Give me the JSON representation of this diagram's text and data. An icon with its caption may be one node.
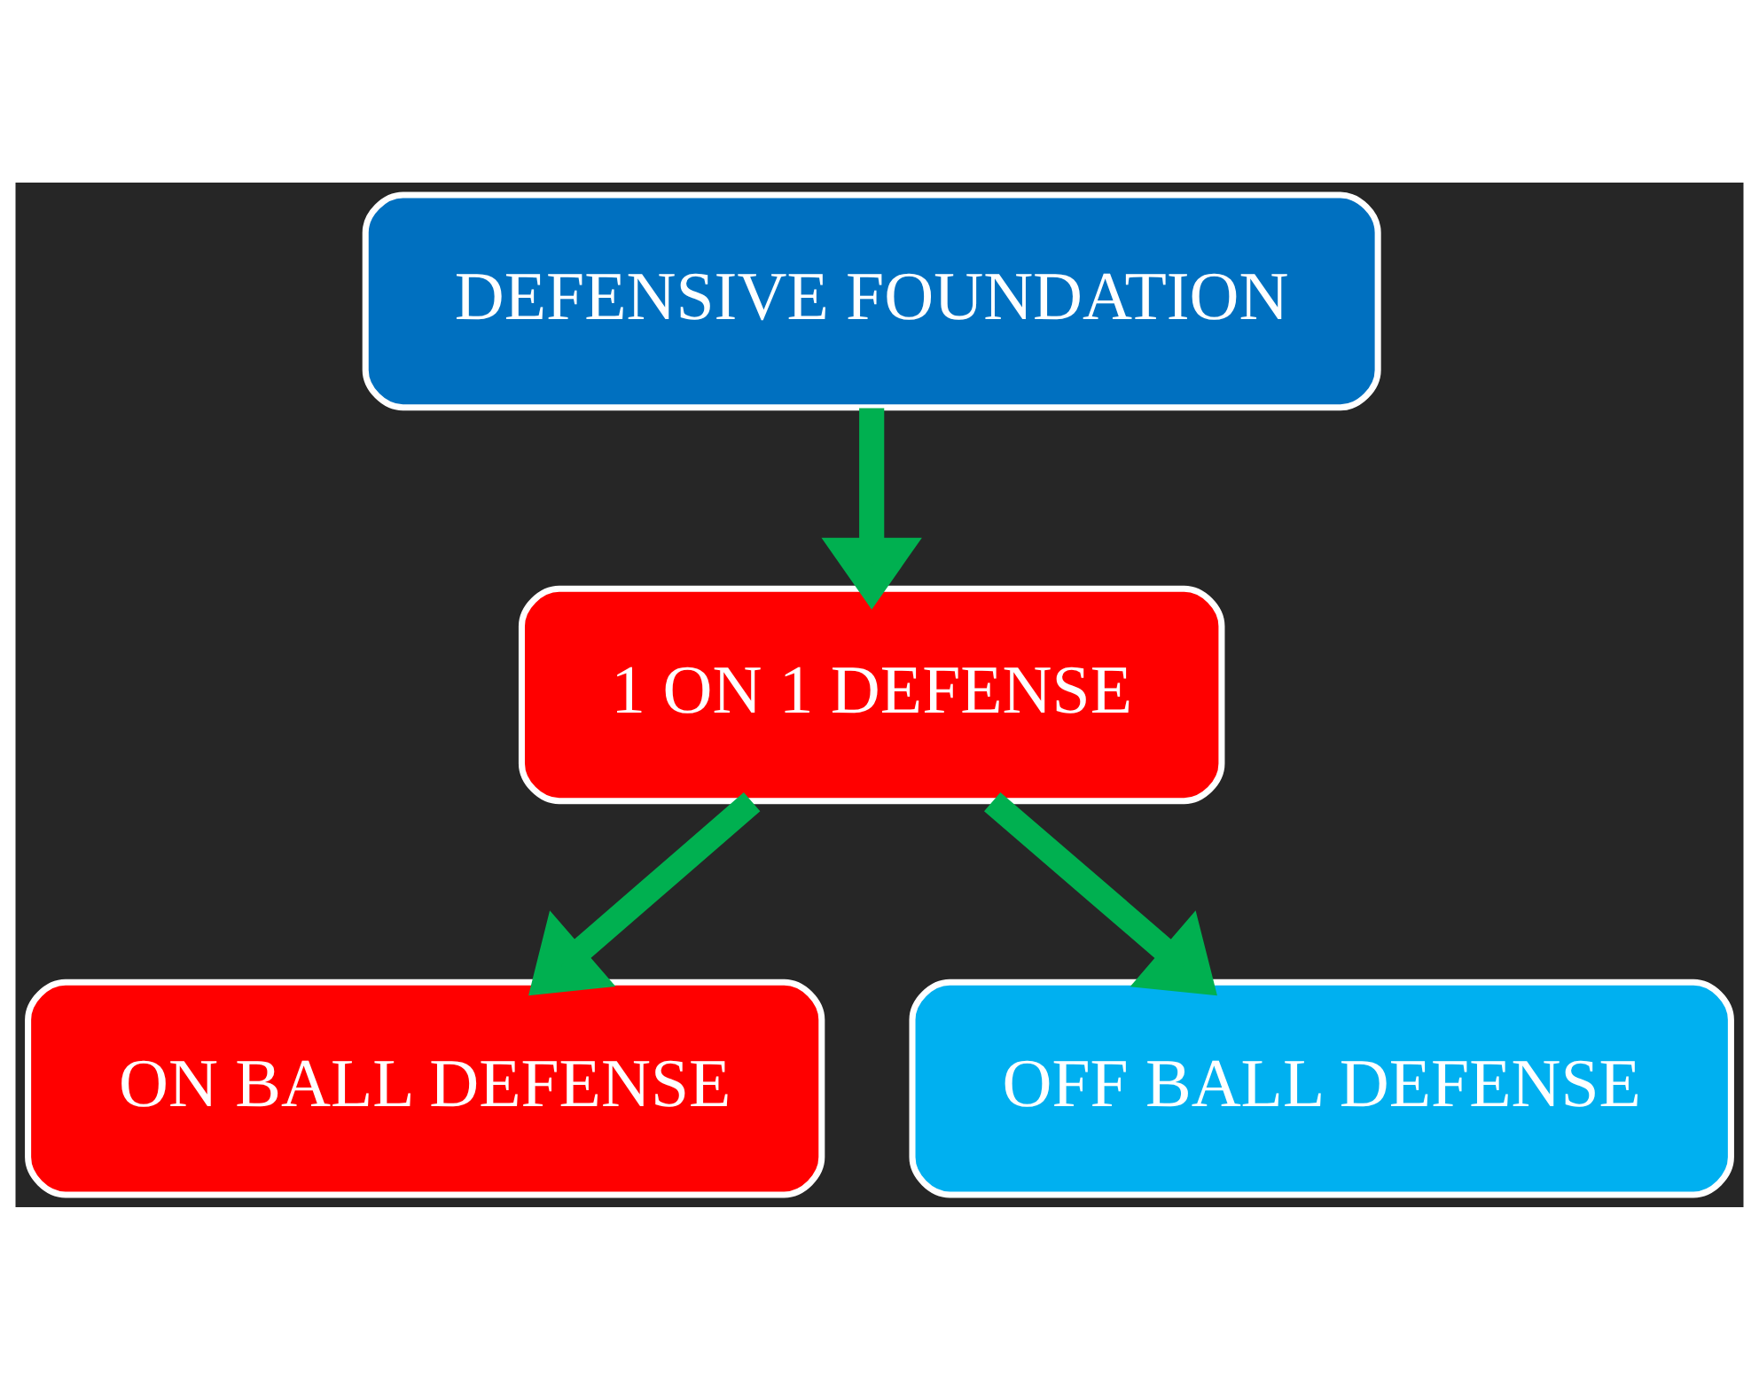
{
  "diagram": {
    "nodes": [
      {
        "text": [
          "DEFENSIVE FOUNDATION"
        ]
      },
      {
        "text": [
          "1 ON 1 DEFENSE"
        ]
      },
      {
        "text": [
          "ON BALL DEFENSE"
        ]
      },
      {
        "text": [
          "OFF BALL DEFENSE"
        ]
      }
    ],
    "edges": [
      {
        "from": 0,
        "to": 1,
        "arrow": "to"
      },
      {
        "from": 1,
        "to": 2,
        "arrow": "to"
      },
      {
        "from": 1,
        "to": 3,
        "arrow": "to"
      }
    ]
  }
}
